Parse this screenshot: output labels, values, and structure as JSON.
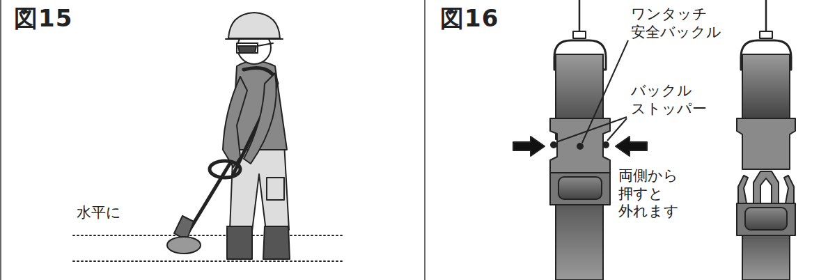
{
  "diagram": {
    "labels": [
      "図15",
      "水平に",
      "図16",
      "ワンタッチ 安全バックル",
      "バックル ストッパー",
      "両側から 押すと 外れます"
    ]
  }
}
